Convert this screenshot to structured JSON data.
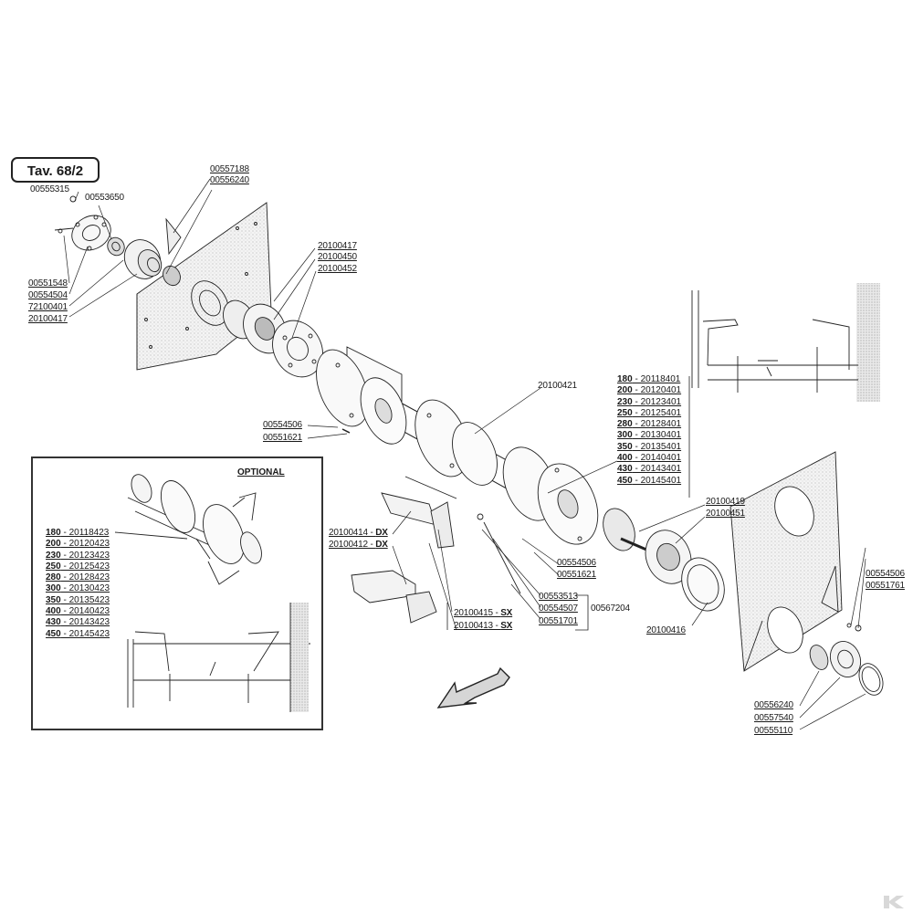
{
  "plate_title": "Tav. 68/2",
  "optional_title": "OPTIONAL",
  "labels": {
    "p00555315": "00555315",
    "p00553650": "00553650",
    "p00557188": "00557188",
    "p00556240a": "00556240",
    "p20100417a": "20100417",
    "p20100450": "20100450",
    "p20100452": "20100452",
    "p00551548": "00551548",
    "p00554504": "00554504",
    "p72100401": "72100401",
    "p20100417b": "20100417",
    "p20100421": "20100421",
    "p00554506a": "00554506",
    "p00551621a": "00551621",
    "p20100414": "20100414 - ",
    "p20100414s": "DX",
    "p20100412": "20100412 - ",
    "p20100412s": "DX",
    "p20100415": "20100415 - ",
    "p20100415s": "SX",
    "p20100413": "20100413 - ",
    "p20100413s": "SX",
    "p00553513": "00553513",
    "p00554507": "00554507",
    "p00551701": "00551701",
    "p00567204": "00567204",
    "p00554506b": "00554506",
    "p00551621b": "00551621",
    "p20100419": "20100419",
    "p20100451": "20100451",
    "p20100416": "20100416",
    "p00554506c": "00554506",
    "p00551761": "00551761",
    "p00556240b": "00556240",
    "p00557540": "00557540",
    "p00555110": "00555110"
  },
  "rotor_sizes": [
    {
      "size": "180",
      "code": " - 20118401"
    },
    {
      "size": "200",
      "code": " - 20120401"
    },
    {
      "size": "230",
      "code": " - 20123401"
    },
    {
      "size": "250",
      "code": " - 20125401"
    },
    {
      "size": "280",
      "code": " - 20128401"
    },
    {
      "size": "300",
      "code": " - 20130401"
    },
    {
      "size": "350",
      "code": " - 20135401"
    },
    {
      "size": "400",
      "code": " - 20140401"
    },
    {
      "size": "430",
      "code": " - 20143401"
    },
    {
      "size": "450",
      "code": " - 20145401"
    }
  ],
  "optional_sizes": [
    {
      "size": "180",
      "code": " - 20118423"
    },
    {
      "size": "200",
      "code": " - 20120423"
    },
    {
      "size": "230",
      "code": " - 20123423"
    },
    {
      "size": "250",
      "code": " - 20125423"
    },
    {
      "size": "280",
      "code": " - 20128423"
    },
    {
      "size": "300",
      "code": " - 20130423"
    },
    {
      "size": "350",
      "code": " - 20135423"
    },
    {
      "size": "400",
      "code": " - 20140423"
    },
    {
      "size": "430",
      "code": " - 20143423"
    },
    {
      "size": "450",
      "code": " - 20145423"
    }
  ]
}
